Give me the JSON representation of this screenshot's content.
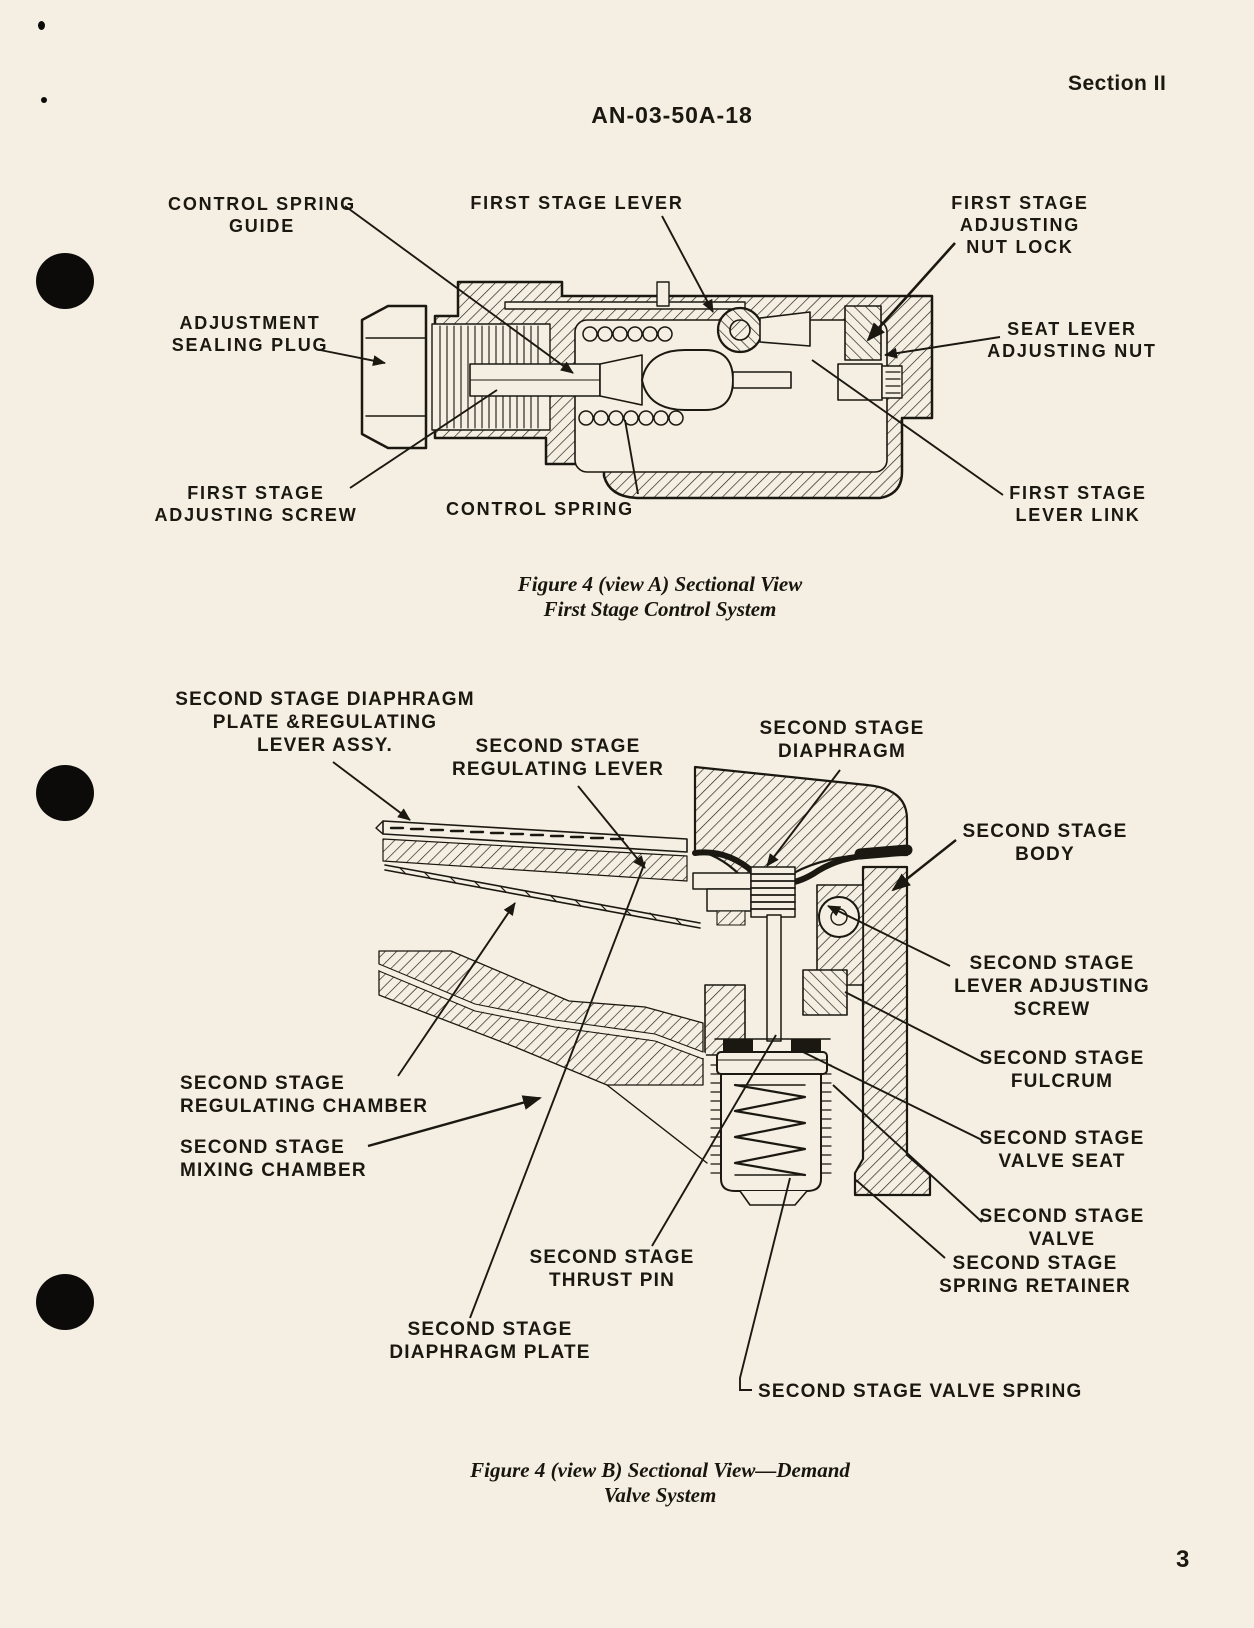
{
  "page": {
    "section": "Section II",
    "doc_number": "AN-03-50A-18",
    "page_number": "3"
  },
  "figure_a": {
    "caption": "Figure 4 (view A) Sectional View\nFirst Stage Control System",
    "labels": {
      "control_spring_guide": "CONTROL SPRING\nGUIDE",
      "first_stage_lever": "FIRST STAGE LEVER",
      "first_stage_adjusting_nut_lock": "FIRST STAGE ADJUSTING\nNUT LOCK",
      "adjustment_sealing_plug": "ADJUSTMENT\nSEALING PLUG",
      "seat_lever_adjusting_nut": "SEAT LEVER\nADJUSTING NUT",
      "first_stage_adjusting_screw": "FIRST STAGE\nADJUSTING SCREW",
      "control_spring": "CONTROL SPRING",
      "first_stage_lever_link": "FIRST STAGE\nLEVER LINK"
    }
  },
  "figure_b": {
    "caption": "Figure 4 (view B) Sectional View—Demand\nValve System",
    "labels": {
      "diaphragm_plate_assy": "SECOND STAGE DIAPHRAGM\nPLATE &REGULATING\nLEVER ASSY.",
      "regulating_lever": "SECOND STAGE\nREGULATING LEVER",
      "diaphragm": "SECOND STAGE\nDIAPHRAGM",
      "body": "SECOND STAGE\nBODY",
      "lever_adjusting_screw": "SECOND STAGE\nLEVER ADJUSTING\nSCREW",
      "fulcrum": "SECOND STAGE\nFULCRUM",
      "valve_seat": "SECOND STAGE\nVALVE SEAT",
      "valve": "SECOND STAGE\nVALVE",
      "spring_retainer": "SECOND STAGE\nSPRING RETAINER",
      "regulating_chamber": "SECOND STAGE\nREGULATING CHAMBER",
      "mixing_chamber": "SECOND STAGE\nMIXING CHAMBER",
      "thrust_pin": "SECOND STAGE\nTHRUST PIN",
      "diaphragm_plate": "SECOND STAGE\nDIAPHRAGM PLATE",
      "valve_spring": "SECOND STAGE VALVE SPRING"
    }
  },
  "colors": {
    "paper": "#f4efe2",
    "ink": "#1b1812"
  }
}
